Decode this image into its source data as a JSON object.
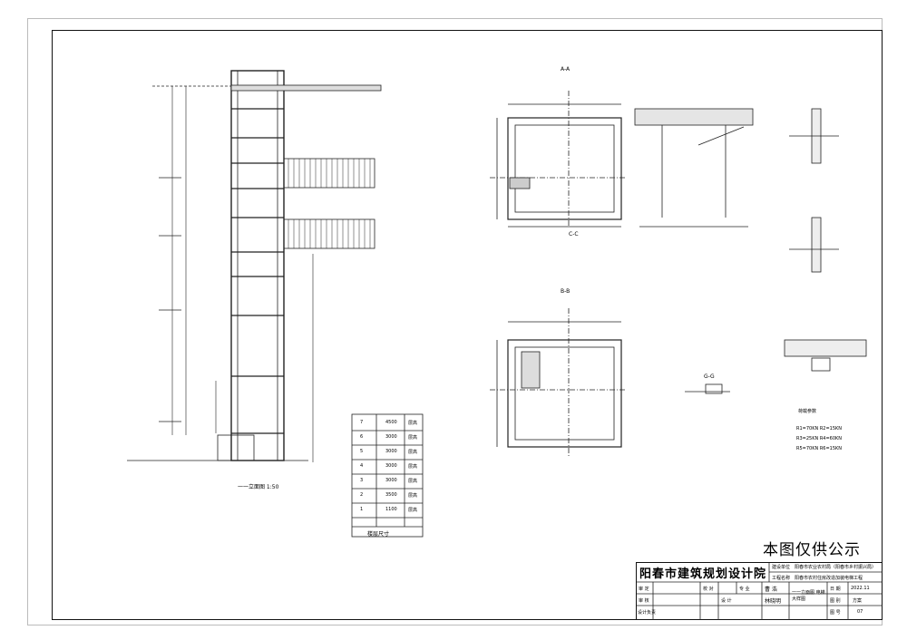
{
  "drawing": {
    "section_title": "一一立面图 1:50",
    "schedule_title": "楼层尺寸",
    "schedule_rows": [
      {
        "floor": "7",
        "height": "4500",
        "note": "层高"
      },
      {
        "floor": "6",
        "height": "3000",
        "note": "层高"
      },
      {
        "floor": "5",
        "height": "3000",
        "note": "层高"
      },
      {
        "floor": "4",
        "height": "3000",
        "note": "层高"
      },
      {
        "floor": "3",
        "height": "3000",
        "note": "层高"
      },
      {
        "floor": "2",
        "height": "3500",
        "note": "层高"
      },
      {
        "floor": "1",
        "height": "1100",
        "note": "层高"
      }
    ],
    "section_aa": "A-A",
    "section_bb": "B-B",
    "section_cc": "C-C",
    "section_gg": "G-G",
    "load_title": "荷载参数",
    "loads": [
      "R1=70KN  R2=15KN",
      "R3=25KN  R4=60KN",
      "R5=70KN  R6=15KN"
    ]
  },
  "notice": "本图仅供公示",
  "title_block": {
    "institute": "阳春市建筑规划设计院",
    "r1_label": "建设单位",
    "r1_value": "阳春市农业农村局（阳春市乡村振兴局）",
    "r2_label": "工程名称",
    "r2_value": "阳春市农村住房改造加装电梯工程",
    "approve": "审 定",
    "review": "审 核",
    "design_lead": "设计负责",
    "proofread": "校 对",
    "chief": "专 业",
    "chief_name": "曹 浩",
    "designer": "设 计",
    "designer_name": "林晓明",
    "drawing_name": "一一立面图 电梯大样图",
    "date_label": "日 期",
    "date_value": "2022.11",
    "stage_label": "图 别",
    "stage_value": "方案",
    "num_label": "图 号",
    "num_value": "07"
  }
}
